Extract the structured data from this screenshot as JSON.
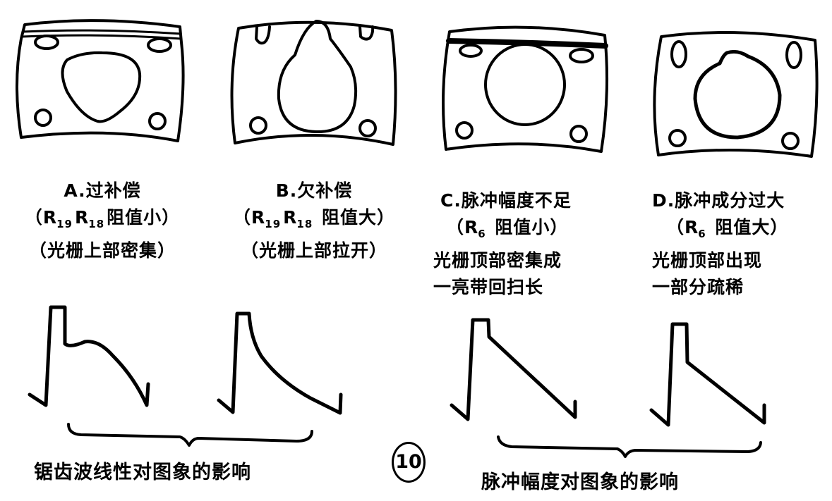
{
  "figure": {
    "number": "10",
    "panels": [
      {
        "id": "A",
        "title": "A.过补偿",
        "condition_prefix": "（",
        "resistors": [
          {
            "name": "R",
            "sub": "19"
          },
          {
            "name": "R",
            "sub": "18"
          }
        ],
        "condition_suffix": "阻值小）",
        "effect_lines": [
          "（光栅上部密集）"
        ],
        "raster_shape": "rounded-square-with-bright-top-band",
        "waveform_shape": "pulse-with-bulging-sawtooth"
      },
      {
        "id": "B",
        "title": "B.欠补偿",
        "condition_prefix": "（",
        "resistors": [
          {
            "name": "R",
            "sub": "19"
          },
          {
            "name": "R",
            "sub": "18"
          }
        ],
        "condition_suffix": " 阻值大）",
        "effect_lines": [
          "（光栅上部拉开）"
        ],
        "raster_shape": "teardrop-circle-stretched-top",
        "waveform_shape": "pulse-with-concave-decay"
      },
      {
        "id": "C",
        "title": "C.脉冲幅度不足",
        "condition_prefix": "（",
        "resistors": [
          {
            "name": "R",
            "sub": "6"
          }
        ],
        "condition_suffix": " 阻值小）",
        "effect_lines": [
          "光栅顶部密集成",
          "一亮带回扫长"
        ],
        "raster_shape": "circle-with-thick-bright-top-band",
        "waveform_shape": "small-pulse-linear-sawtooth"
      },
      {
        "id": "D",
        "title": "D.脉冲成分过大",
        "condition_prefix": "（",
        "resistors": [
          {
            "name": "R",
            "sub": "6"
          }
        ],
        "condition_suffix": " 阻值大）",
        "effect_lines": [
          "光栅顶部出现",
          "一部分疏稀"
        ],
        "raster_shape": "circle-with-sparse-top-bump",
        "waveform_shape": "large-pulse-step-linear-sawtooth"
      }
    ],
    "group_captions": [
      {
        "text": "锯齿波线性对图象的影响",
        "covers": [
          "A",
          "B"
        ]
      },
      {
        "text": "脉冲幅度对图象的影响",
        "covers": [
          "C",
          "D"
        ]
      }
    ],
    "line_color": "#000000",
    "background_color": "#ffffff"
  }
}
